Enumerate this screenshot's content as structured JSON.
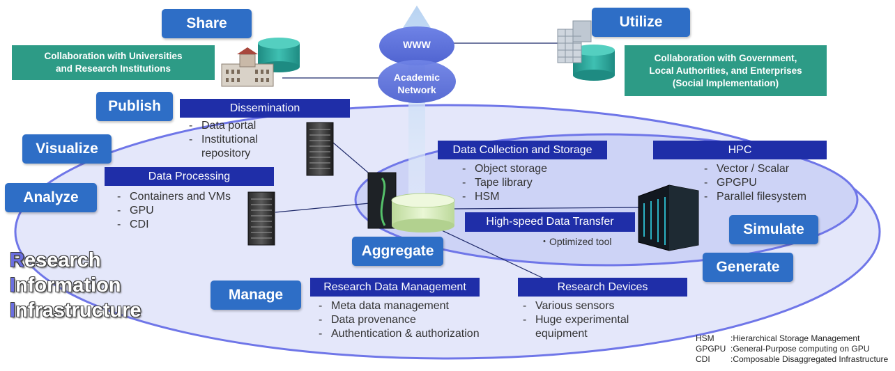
{
  "title": {
    "line1_cap": "R",
    "line1_rest": "esearch",
    "line2_cap": "I",
    "line2_rest": "nformation",
    "line3_cap": "I",
    "line3_rest": "nfrastructure"
  },
  "verbs": {
    "share": "Share",
    "utilize": "Utilize",
    "publish": "Publish",
    "visualize": "Visualize",
    "analyze": "Analyze",
    "aggregate": "Aggregate",
    "simulate": "Simulate",
    "generate": "Generate",
    "manage": "Manage"
  },
  "collab": {
    "universities": [
      "Collaboration with Universities",
      "and Research Institutions"
    ],
    "government": [
      "Collaboration with Government,",
      "Local Authorities, and Enterprises",
      "(Social Implementation)"
    ]
  },
  "network": {
    "www": "WWW",
    "academic": [
      "Academic",
      "Network"
    ]
  },
  "dissemination": {
    "title": "Dissemination",
    "items": [
      "Data portal",
      "Institutional",
      "repository"
    ]
  },
  "data_processing": {
    "title": "Data Processing",
    "items": [
      "Containers and VMs",
      "GPU",
      "CDI"
    ]
  },
  "data_collection": {
    "title": "Data Collection and Storage",
    "items": [
      "Object storage",
      "Tape library",
      "HSM"
    ]
  },
  "hpc": {
    "title": "HPC",
    "items": [
      "Vector / Scalar",
      "GPGPU",
      "Parallel filesystem"
    ]
  },
  "transfer": {
    "title": "High-speed Data Transfer",
    "note": "・Optimized tool"
  },
  "rdm": {
    "title": "Research Data Management",
    "items": [
      "Meta data management",
      "Data provenance",
      "Authentication & authorization"
    ]
  },
  "devices": {
    "title": "Research Devices",
    "items": [
      "Various sensors",
      "Huge experimental",
      "equipment"
    ]
  },
  "notes": [
    {
      "abbr": "HSM",
      "text": ":Hierarchical Storage Management"
    },
    {
      "abbr": "GPGPU",
      "text": ":General-Purpose computing on GPU"
    },
    {
      "abbr": "CDI",
      "text": ":Composable Disaggregated Infrastructure"
    }
  ],
  "colors": {
    "verb": "#2e6ec6",
    "teal": "#2d9b86",
    "navy": "#1f2ea8",
    "ellipse_fill": "#e4e7fa",
    "ellipse_stroke": "#6f76e8",
    "storage_cylinder": "#2aa39a",
    "aggregate_cylinder": "#d6efb5"
  },
  "icons": [
    "university-building-icon",
    "government-building-icon",
    "server-rack-icon",
    "supercomputer-icon",
    "database-cylinder-icon",
    "upload-arrow-icon"
  ]
}
